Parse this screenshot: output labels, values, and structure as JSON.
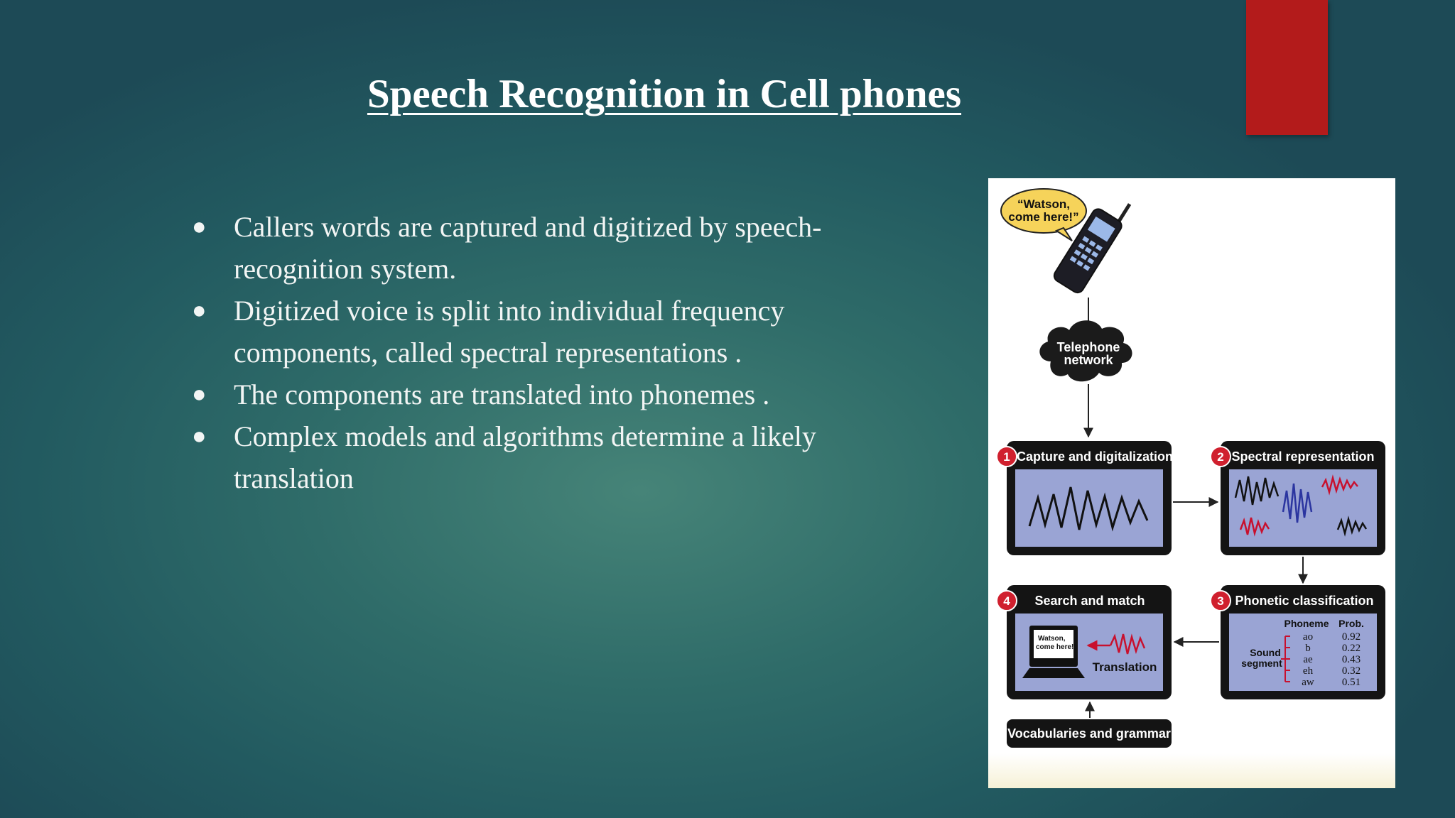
{
  "slide": {
    "title": "Speech Recognition in Cell phones",
    "bullets": [
      "Callers words are captured and digitized by speech-recognition system.",
      "Digitized voice is split into individual frequency components, called spectral representations .",
      "The components are translated into phonemes .",
      "Complex models and algorithms determine a likely translation"
    ]
  },
  "colors": {
    "accent_bar": "#b31b1b",
    "background": "#2f6c69",
    "panel_screen": "#9aa4d4",
    "step_number": "#d0202e"
  },
  "diagram": {
    "speech_bubble_line1": "“Watson,",
    "speech_bubble_line2": "come here!”",
    "network_line1": "Telephone",
    "network_line2": "network",
    "steps": [
      {
        "number": "1",
        "label": "Capture and digitalization"
      },
      {
        "number": "2",
        "label": "Spectral representation"
      },
      {
        "number": "3",
        "label": "Phonetic classification"
      },
      {
        "number": "4",
        "label": "Search and match"
      }
    ],
    "monitor_line1": "Watson,",
    "monitor_line2": "come here!",
    "translation_label": "Translation",
    "phoneme_header": "Phoneme",
    "prob_header": "Prob.",
    "sound_segment_line1": "Sound",
    "sound_segment_line2": "segment",
    "phonemes": [
      {
        "phoneme": "ao",
        "prob": "0.92"
      },
      {
        "phoneme": "b",
        "prob": "0.22"
      },
      {
        "phoneme": "ae",
        "prob": "0.43"
      },
      {
        "phoneme": "eh",
        "prob": "0.32"
      },
      {
        "phoneme": "aw",
        "prob": "0.51"
      }
    ],
    "vocab_label": "Vocabularies and grammar"
  }
}
